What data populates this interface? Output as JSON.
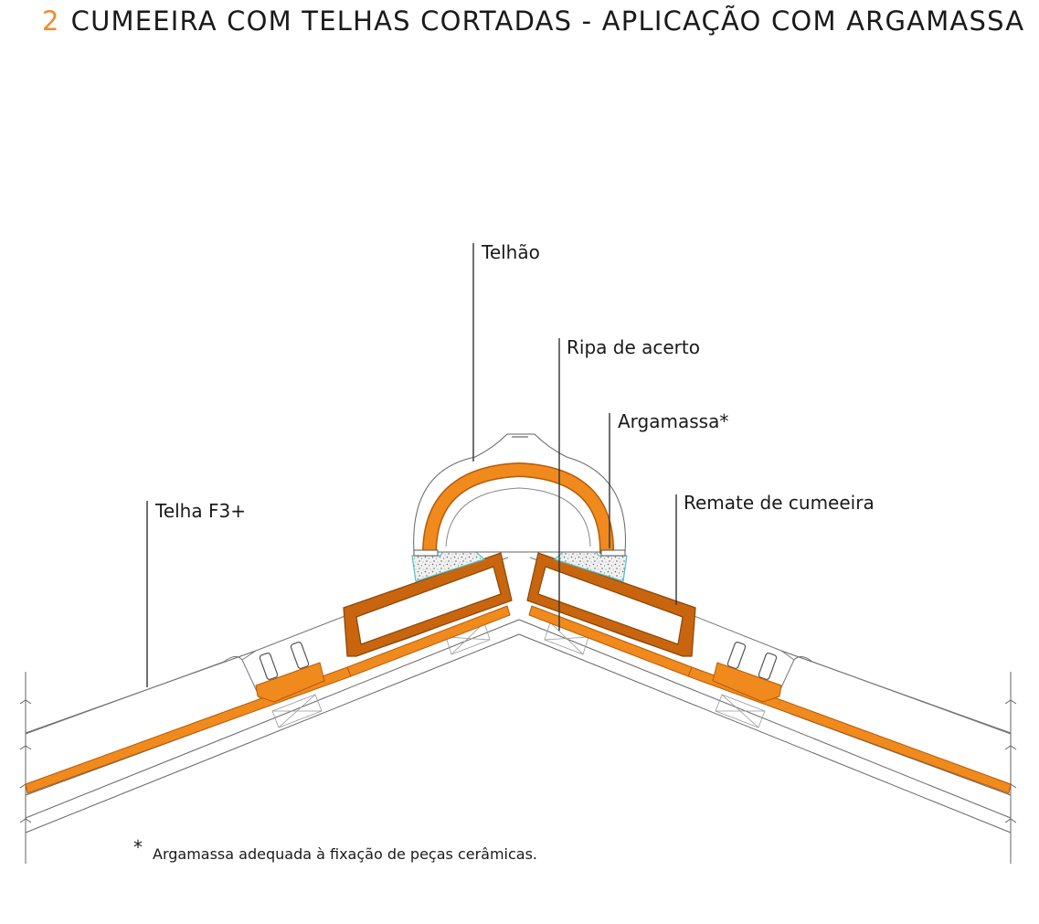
{
  "title": {
    "number": "2",
    "text": "CUMEEIRA COM TELHAS CORTADAS - APLICAÇÃO COM ARGAMASSA"
  },
  "labels": {
    "telhao": "Telhão",
    "ripa": "Ripa de acerto",
    "argamassa": "Argamassa*",
    "remate": "Remate de cumeeira",
    "telha": "Telha F3+"
  },
  "footnote": {
    "mark": "*",
    "text": "Argamassa adequada à fixação de peças cerâmicas."
  },
  "colors": {
    "accent": "#ef8a2a",
    "tile_orange": "#f08a1c",
    "tile_dark": "#c8650e",
    "mortar_outline": "#49c3cf",
    "line": "#555555"
  }
}
